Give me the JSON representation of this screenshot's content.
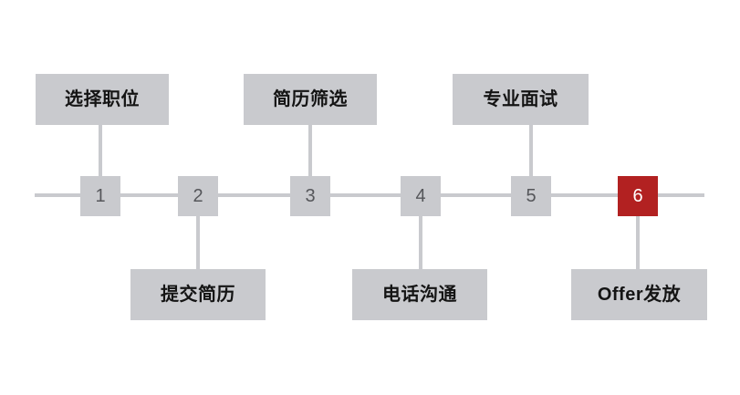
{
  "diagram": {
    "type": "process-timeline",
    "steps": [
      {
        "number": "1",
        "label": "选择职位",
        "label_position": "top",
        "highlighted": false
      },
      {
        "number": "2",
        "label": "提交简历",
        "label_position": "bottom",
        "highlighted": false
      },
      {
        "number": "3",
        "label": "简历筛选",
        "label_position": "top",
        "highlighted": false
      },
      {
        "number": "4",
        "label": "电话沟通",
        "label_position": "bottom",
        "highlighted": false
      },
      {
        "number": "5",
        "label": "专业面试",
        "label_position": "top",
        "highlighted": false
      },
      {
        "number": "6",
        "label": "Offer发放",
        "label_position": "bottom",
        "highlighted": true
      }
    ],
    "colors": {
      "background": "#FFFFFF",
      "node_gray": "#C9CACE",
      "highlight_red": "#B22121",
      "line_gray": "#C9CACE",
      "number_text": "#55565A",
      "label_text": "#141414",
      "highlight_number_text": "#FFFFFF"
    }
  }
}
